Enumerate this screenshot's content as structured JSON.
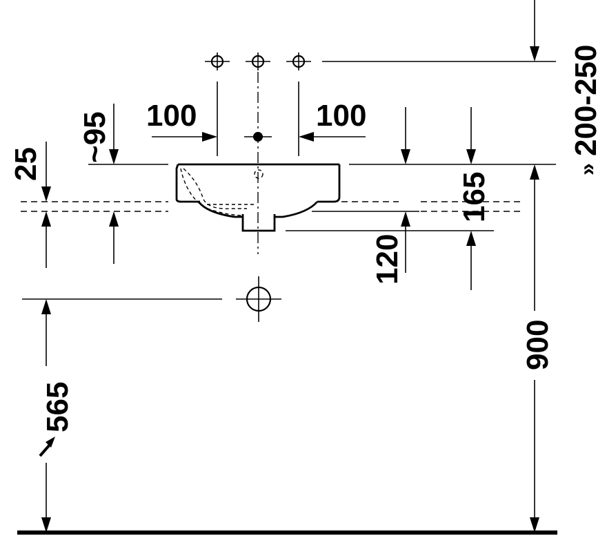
{
  "dimensions": {
    "tap_offset_left": "100",
    "tap_offset_right": "100",
    "tap_depth": "~95",
    "rim_thickness": "25",
    "tap_height_range": "200-250",
    "bowl_height": "165",
    "overflow_height": "120",
    "rim_height": "900",
    "waste_height": "565"
  },
  "symbols": {
    "range_prefix": "»",
    "approx_prefix": "↗"
  }
}
